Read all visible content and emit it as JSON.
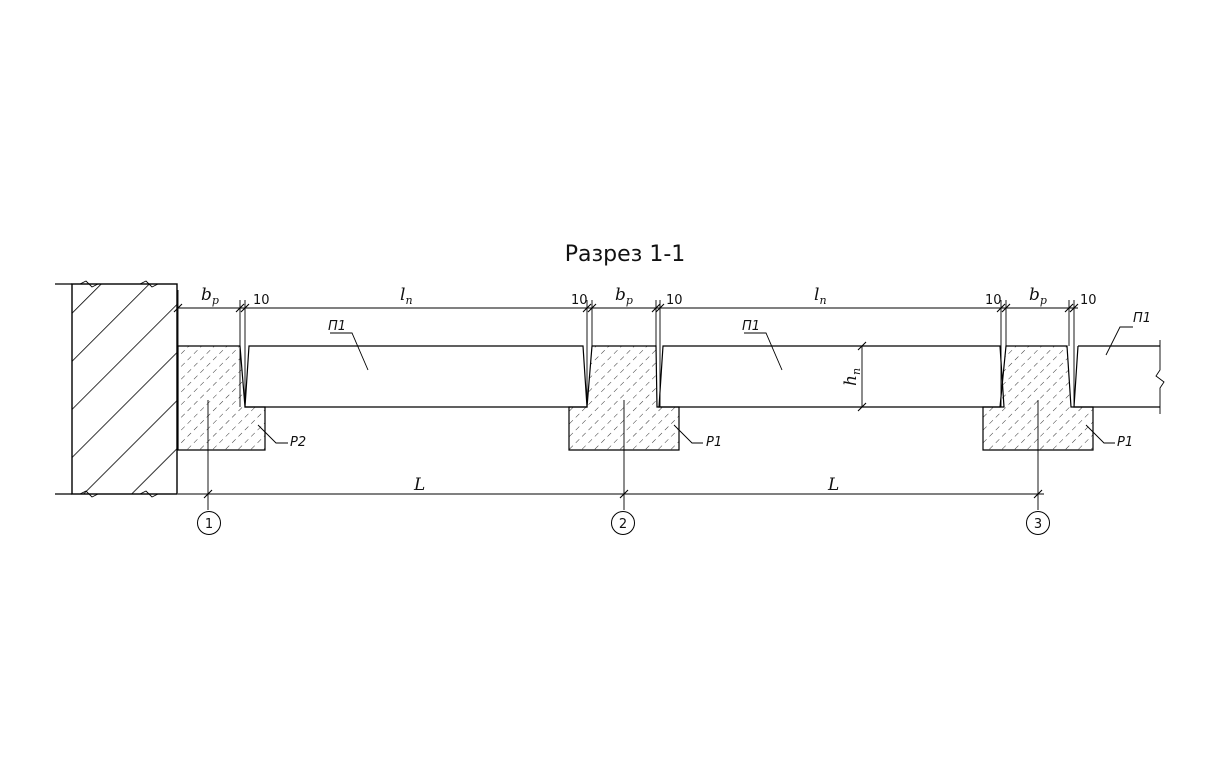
{
  "title": "Разрез 1-1",
  "dims": {
    "gap": "10",
    "bp_main": "b",
    "bp_sub": "p",
    "ln_main": "l",
    "ln_sub": "n",
    "hn_main": "h",
    "hn_sub": "n",
    "span": "L"
  },
  "marks": {
    "slab": "П1",
    "girder_end": "Р2",
    "girder_mid": "Р1"
  },
  "axes": [
    "1",
    "2",
    "3"
  ]
}
